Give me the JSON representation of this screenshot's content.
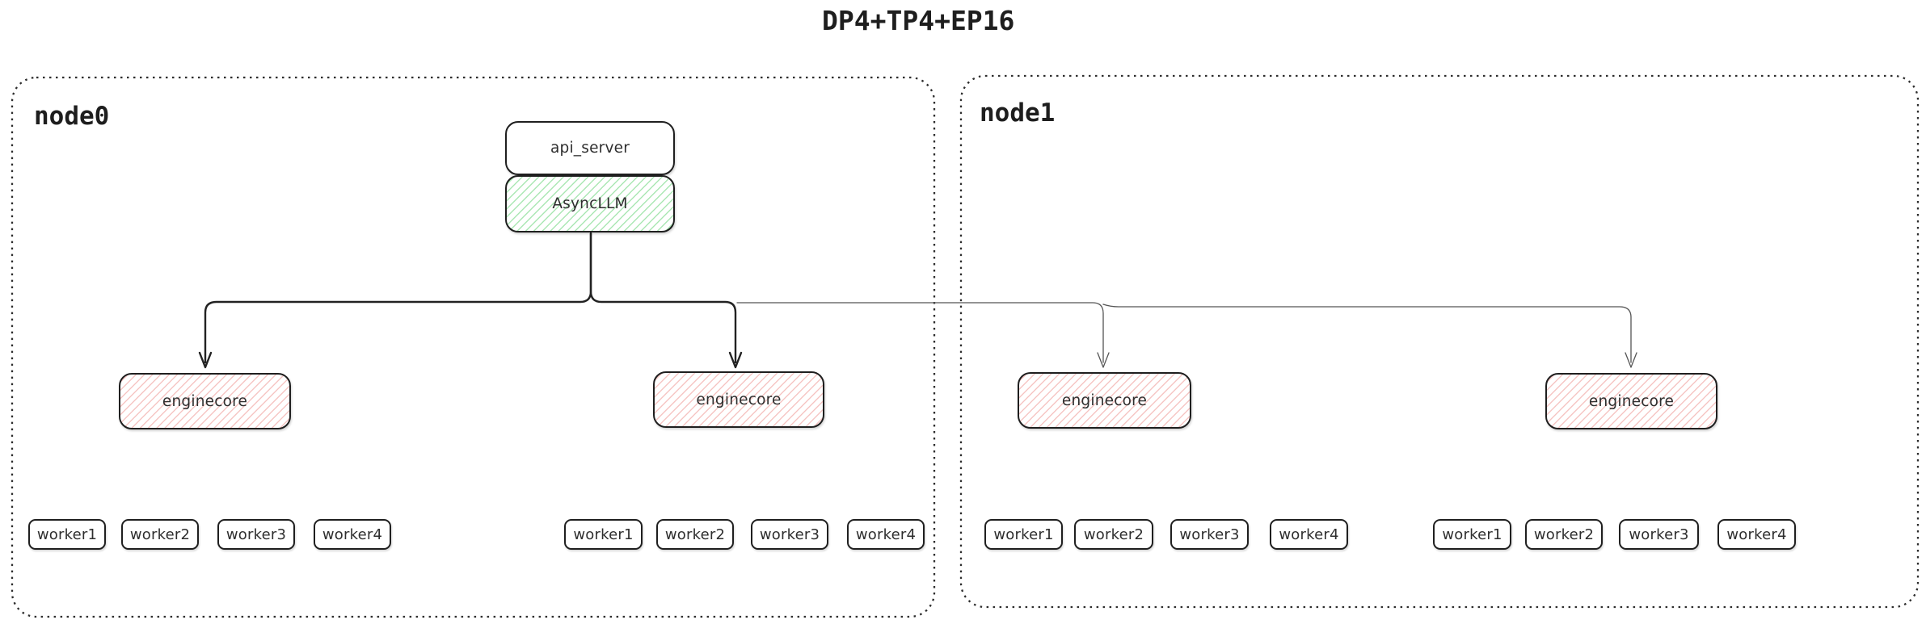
{
  "title": "DP4+TP4+EP16",
  "colors": {
    "box_border": "#1f1f1f",
    "thick_line": "#222222",
    "thin_line": "#555555",
    "green_hatch": "#abe7b4",
    "pink_hatch": "#f6c6c4",
    "frame_dots": "#2d2d2d"
  },
  "node0": {
    "label": "node0",
    "api_server": "api_server",
    "async_llm": "AsyncLLM",
    "groups": [
      {
        "engine": "enginecore",
        "workers": [
          "worker1",
          "worker2",
          "worker3",
          "worker4"
        ]
      },
      {
        "engine": "enginecore",
        "workers": [
          "worker1",
          "worker2",
          "worker3",
          "worker4"
        ]
      }
    ]
  },
  "node1": {
    "label": "node1",
    "groups": [
      {
        "engine": "enginecore",
        "workers": [
          "worker1",
          "worker2",
          "worker3",
          "worker4"
        ]
      },
      {
        "engine": "enginecore",
        "workers": [
          "worker1",
          "worker2",
          "worker3",
          "worker4"
        ]
      }
    ]
  }
}
